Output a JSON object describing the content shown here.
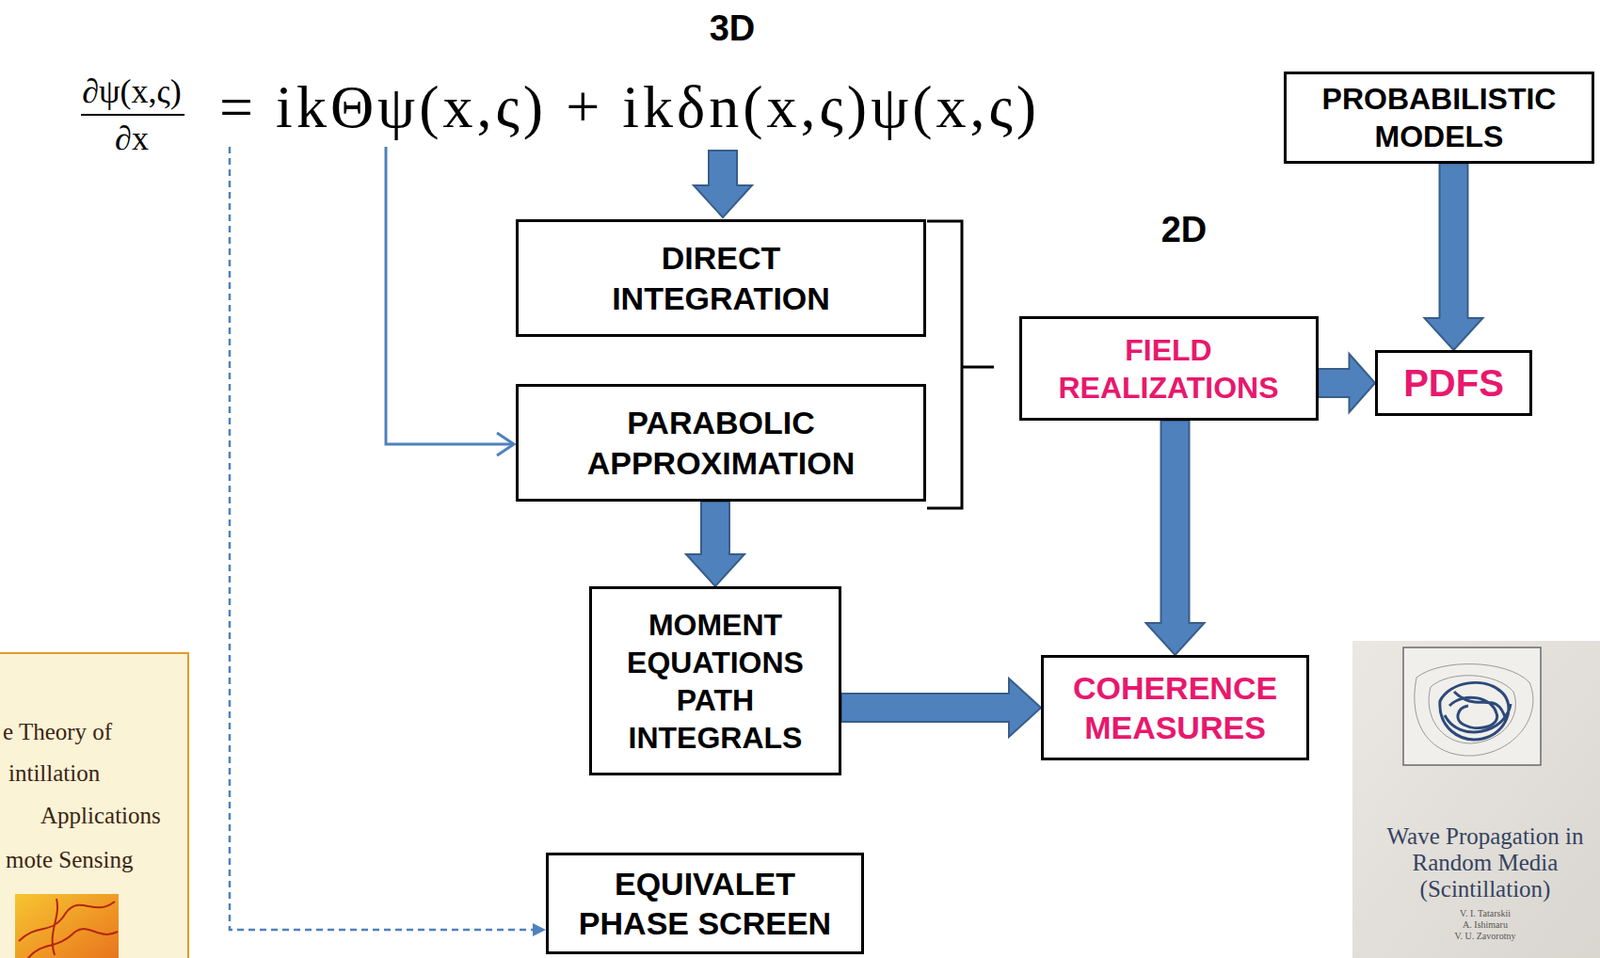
{
  "diagram": {
    "nodes": [
      {
        "text": [
          "DIRECT INTEGRATION"
        ]
      },
      {
        "text": [
          "PARABOLIC APPROXIMATION"
        ]
      },
      {
        "text": [
          "FIELD REALIZATIONS"
        ]
      },
      {
        "text": [
          "PROBABILISTIC MODELS"
        ]
      },
      {
        "text": [
          "PDFS"
        ]
      },
      {
        "text": [
          "MOMENT EQUATIONS PATH INTEGRALS"
        ]
      },
      {
        "text": [
          "COHERENCE MEASURES"
        ]
      },
      {
        "text": [
          "EQUIVALET PHASE SCREEN"
        ]
      }
    ],
    "edges": [
      {
        "from": 1,
        "to": 5,
        "arrow": "to"
      },
      {
        "from": 5,
        "to": 6,
        "arrow": "to"
      },
      {
        "from": 2,
        "to": 6,
        "arrow": "to"
      },
      {
        "from": 2,
        "to": 4,
        "arrow": "to"
      },
      {
        "from": 3,
        "to": 4,
        "arrow": "to"
      }
    ],
    "labels": [
      "3D",
      "2D",
      "∂ψ(x,ς)",
      "∂x",
      "= ikΘψ(x,ς) + ikδn(x,ς)ψ(x,ς)",
      "e Theory of",
      "intillation",
      "Applications",
      "mote Sensing",
      "Wave Propagation in Random Media (Scintillation)",
      "V. I. Tatarskii",
      "A. Ishimaru",
      "V. U. Zavorotny"
    ]
  }
}
